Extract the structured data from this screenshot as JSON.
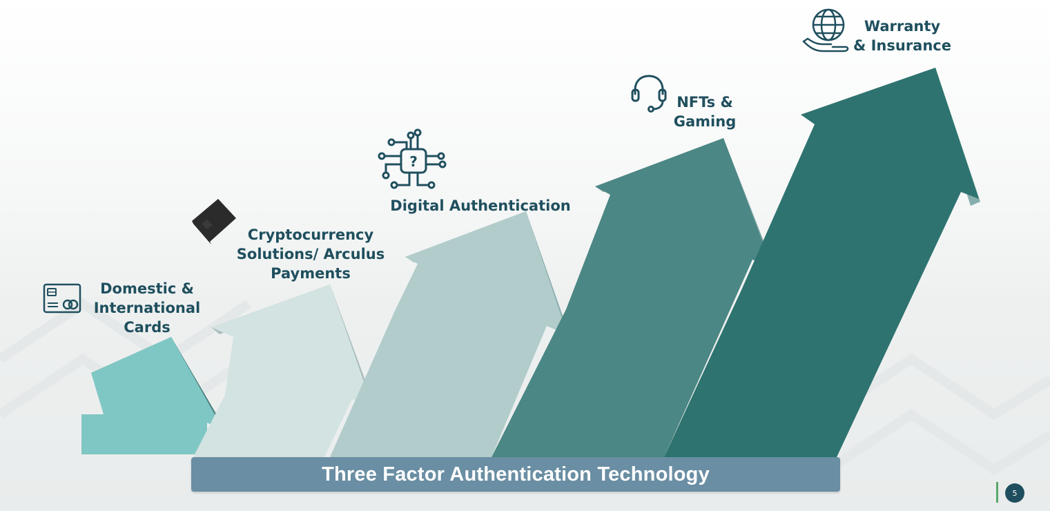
{
  "steps": [
    {
      "label_lines": [
        "Domestic &",
        "International",
        "Cards"
      ],
      "icon": "credit-card-icon",
      "color": "#7fc7c4"
    },
    {
      "label_lines": [
        "Cryptocurrency",
        "Solutions/ Arculus",
        "Payments"
      ],
      "icon": "crypto-card-icon",
      "color": "#d3e3e2"
    },
    {
      "label_lines": [
        "Digital Authentication"
      ],
      "icon": "chip-question-icon",
      "color": "#b2cccc"
    },
    {
      "label_lines": [
        "NFTs &",
        "Gaming"
      ],
      "icon": "headset-icon",
      "color": "#4b8784"
    },
    {
      "label_lines": [
        "Warranty",
        "& Insurance"
      ],
      "icon": "globe-hand-icon",
      "color": "#2e7370"
    }
  ],
  "banner": {
    "title": "Three Factor Authentication Technology",
    "color": "#6a8ea3"
  },
  "page": {
    "number": "5"
  },
  "colors": {
    "label_text": "#1f4f5e",
    "accent_divider": "#5aa86a"
  }
}
